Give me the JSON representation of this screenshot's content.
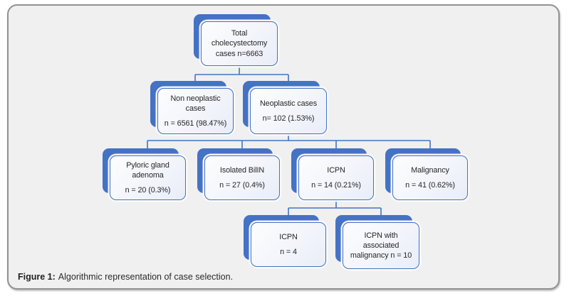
{
  "figure_caption": {
    "label": "Figure 1:",
    "text": "Algorithmic representation of case selection."
  },
  "colors": {
    "accent_blue": "#4472c4",
    "box_fill_light": "#f3f5fb",
    "frame_background": "#f0f0f1",
    "frame_border": "#8f9193"
  },
  "nodes": [
    {
      "id": "total",
      "title": "Total cholecystectomy cases n=6663"
    },
    {
      "id": "non-neoplastic",
      "title": "Non neoplastic cases",
      "value": "n = 6561 (98.47%)"
    },
    {
      "id": "neoplastic",
      "title": "Neoplastic cases",
      "value": "n= 102 (1.53%)"
    },
    {
      "id": "pyloric-gland-adenoma",
      "title": "Pyloric gland adenoma",
      "value": "n = 20 (0.3%)"
    },
    {
      "id": "isolated-bilin",
      "title": "Isolated BilIN",
      "value": "n = 27 (0.4%)"
    },
    {
      "id": "icpn",
      "title": "ICPN",
      "value": "n = 14 (0.21%)"
    },
    {
      "id": "malignancy",
      "title": "Malignancy",
      "value": "n = 41 (0.62%)"
    },
    {
      "id": "icpn-only",
      "title": "ICPN",
      "value": "n = 4"
    },
    {
      "id": "icpn-with-malignancy",
      "title": "ICPN with associated malignancy n = 10"
    }
  ]
}
